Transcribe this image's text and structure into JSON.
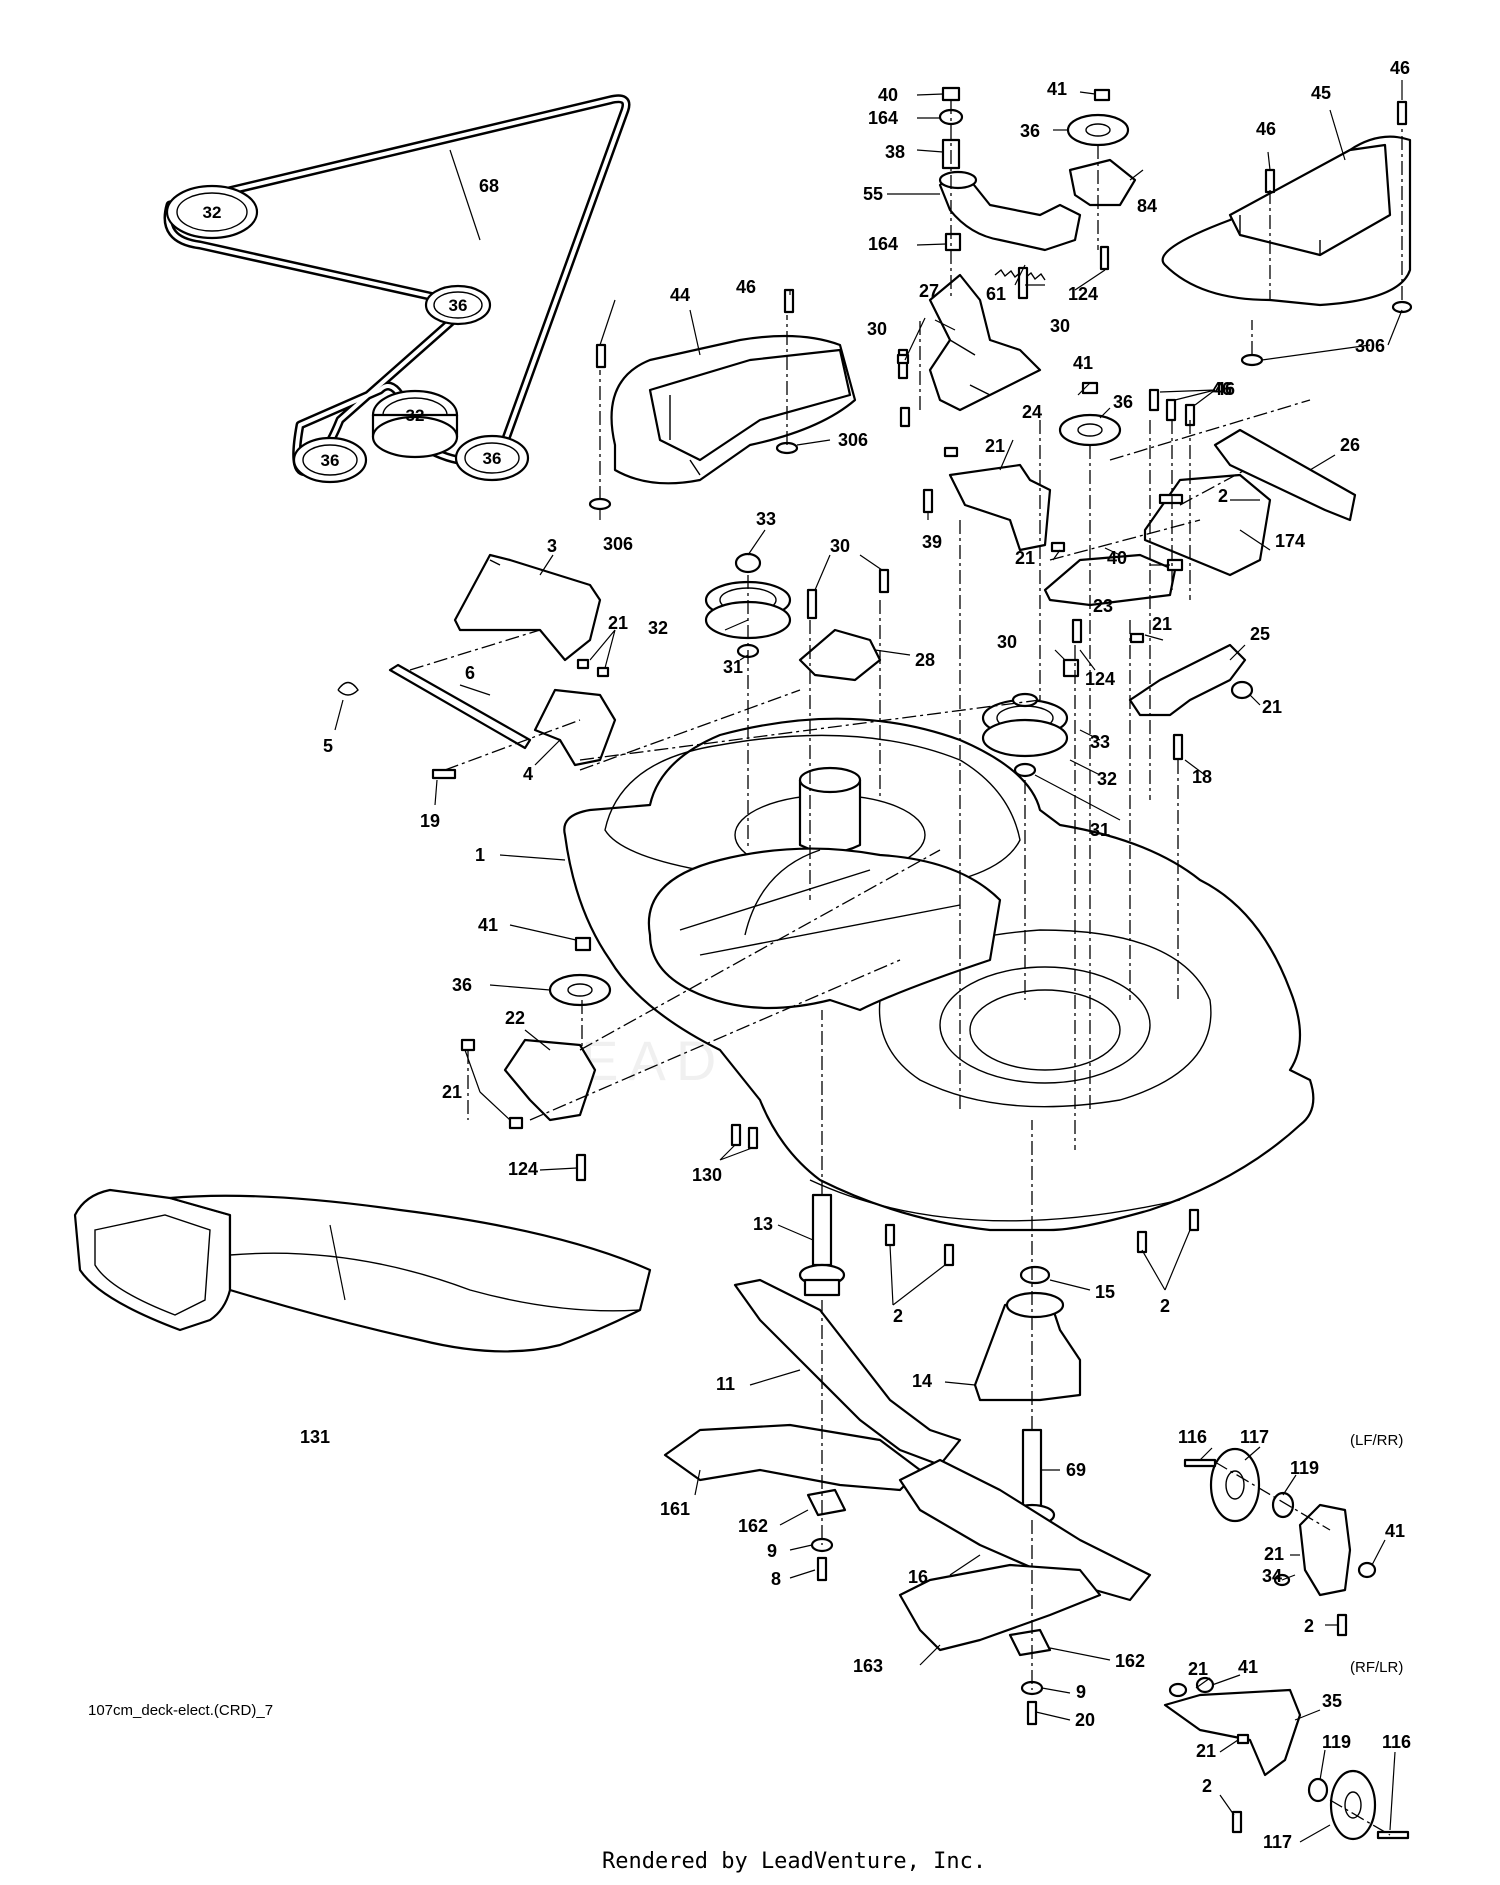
{
  "drawing_code": "107cm_deck-elect.(CRD)_7",
  "footer": "Rendered by LeadVenture, Inc.",
  "watermark": "LEADVENTURE",
  "position_notes": {
    "front_left_rear_right": "(LF/RR)",
    "rear_front_left_rear": "(RF/LR)"
  },
  "belt_pulley_labels": [
    "32",
    "36",
    "32",
    "36",
    "36"
  ],
  "callouts": [
    "68",
    "40",
    "164",
    "38",
    "55",
    "164",
    "41",
    "36",
    "84",
    "46",
    "45",
    "46",
    "306",
    "61",
    "124",
    "27",
    "30",
    "30",
    "46",
    "44",
    "46",
    "306",
    "306",
    "41",
    "36",
    "46",
    "21",
    "24",
    "26",
    "39",
    "2",
    "174",
    "33",
    "30",
    "32",
    "31",
    "28",
    "3",
    "21",
    "6",
    "5",
    "4",
    "19",
    "21",
    "40",
    "23",
    "21",
    "25",
    "30",
    "124",
    "21",
    "33",
    "32",
    "31",
    "18",
    "1",
    "41",
    "36",
    "22",
    "21",
    "124",
    "130",
    "131",
    "13",
    "2",
    "15",
    "2",
    "11",
    "14",
    "161",
    "162",
    "9",
    "8",
    "69",
    "16",
    "163",
    "162",
    "9",
    "20",
    "116",
    "117",
    "119",
    "21",
    "41",
    "34",
    "2",
    "21",
    "41",
    "35",
    "21",
    "119",
    "116",
    "2",
    "117"
  ]
}
